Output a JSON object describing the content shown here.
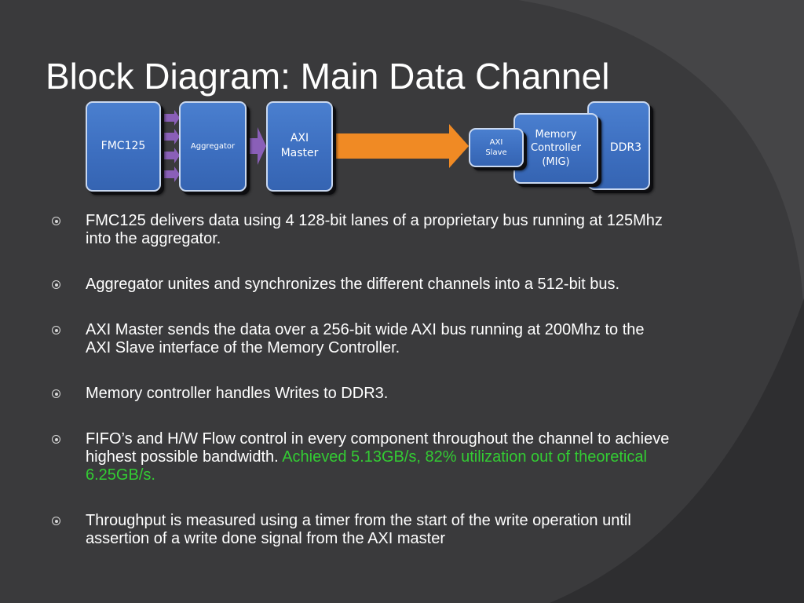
{
  "title": "Block Diagram: Main Data Channel",
  "diagram": {
    "blocks": {
      "fmc125": "FMC125",
      "aggregator": "Aggregator",
      "axi_master": "AXI\nMaster",
      "axi_slave": "AXI\nSlave",
      "memory_controller": "Memory\nController\n(MIG)",
      "ddr3": "DDR3"
    },
    "colors": {
      "block_fill": "#3d6fc0",
      "lane_arrow": "#8a5fb8",
      "axi_bus_arrow": "#f08a24"
    },
    "lane_count": 4
  },
  "bullets": [
    {
      "text": "FMC125 delivers data using 4 128-bit lanes of a proprietary bus running at 125Mhz into the aggregator.",
      "highlight": ""
    },
    {
      "text": "Aggregator unites and synchronizes the different channels into a 512-bit bus.",
      "highlight": ""
    },
    {
      "text": "AXI Master sends the data over a 256-bit wide AXI bus running at 200Mhz to the AXI Slave interface of the Memory Controller.",
      "highlight": ""
    },
    {
      "text": "Memory controller handles Writes to DDR3.",
      "highlight": ""
    },
    {
      "text": "FIFO’s and H/W Flow control in every component throughout the channel to achieve highest possible bandwidth. ",
      "highlight": "Achieved 5.13GB/s, 82% utilization out of theoretical 6.25GB/s."
    },
    {
      "text": "Throughput is measured using a timer from the start of the write operation until assertion of a write done signal from the AXI master",
      "highlight": ""
    }
  ]
}
